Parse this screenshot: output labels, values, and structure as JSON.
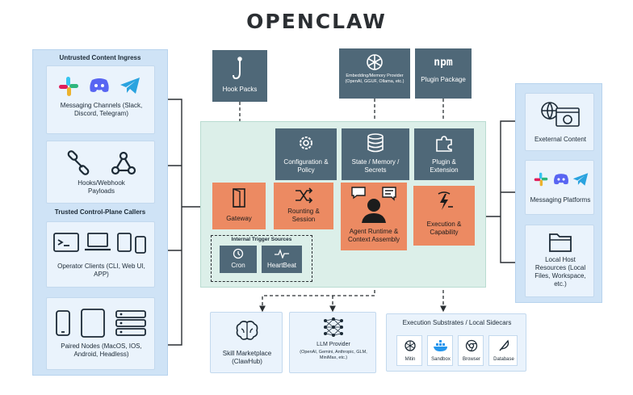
{
  "logo": "OPENCLAW",
  "left": {
    "untrusted_heading": "Untrusted Content Ingress",
    "messaging_channels": "Messaging Channels (Slack, Discord, Telegram)",
    "hooks_webhook": "Hooks/Webhook Payloads",
    "trusted_heading": "Trusted Control-Plane Callers",
    "operator_clients": "Operator Clients (CLI, Web UI, APP)",
    "paired_nodes": "Paired Nodes (MacOS, IOS, Android, Headless)"
  },
  "top": {
    "hook_packs": "Hook Packs",
    "embedding": "Embedding/Memory Provider (OpenAI, GGUF, Ollama, etc.)",
    "npm": "npm",
    "plugin_package": "Plugin Package"
  },
  "core": {
    "config_policy": "Configuration & Policy",
    "state_memory": "State / Memory / Secrets",
    "plugin_extension": "Plugin & Extension",
    "gateway": "Gateway",
    "routing": "Rounting & Session",
    "agent_runtime": "Agent Runtime & Context Assembly",
    "execution": "Execution & Capability",
    "trigger_heading": "Internal Trigger Sources",
    "cron": "Cron",
    "heartbeat": "HeartBeat"
  },
  "right": {
    "external_content": "Exeternal Content",
    "messaging_platforms": "Messaging Platforms",
    "local_host": "Local Host Resources (Local Files, Workspace, etc.)"
  },
  "bottom": {
    "skill_marketplace": "Skill Marketplace (ClawHub)",
    "llm_provider_title": "LLM Provider",
    "llm_provider_list": "(OpenAI, Gemini, Anthropic, GLM, MiniMax, etc.)",
    "substrates_heading": "Execution Substrates / Local Sidecars",
    "substrates": [
      "Mitin",
      "Sandbox",
      "Browser",
      "Database"
    ]
  },
  "colors": {
    "panel_blue": "#cfe3f6",
    "panel_green": "#dcefe9",
    "dark_slate": "#4f6878",
    "orange": "#ec8a62",
    "line": "#2a2f33"
  }
}
